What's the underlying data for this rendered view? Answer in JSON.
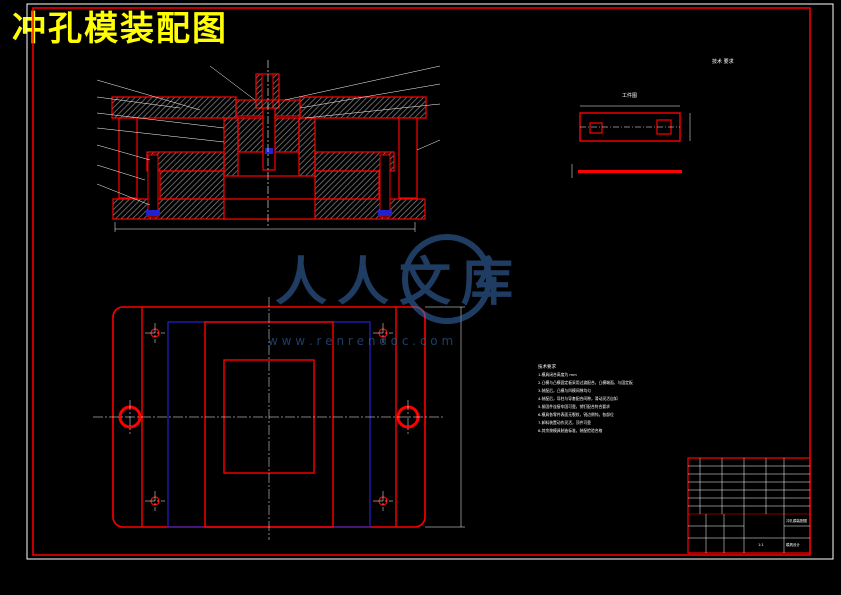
{
  "title": "冲孔模装配图",
  "top_right_note": "技术 要求",
  "part_label": "工件图",
  "watermark": {
    "brand": "人人文库",
    "url": "w w w . r e n r e n d o c . c o m"
  },
  "tech_notes": {
    "heading": "技术要求",
    "lines": [
      "1.模具闭合高度为 mm",
      "2.凸模与凸模固定板采用过渡配合，凸模端面，与固定板",
      "3.装配后，凸模与凹模间隙均匀",
      "4.装配后，导柱与导套配合间隙，滑动灵活自如",
      "5.紧固件连接牢固可靠，销钉配合符合要求",
      "6.模具各零件表面无裂纹，锐边倒钝，各部位",
      "7.卸料装置动作灵活，顶件可靠",
      "8.其余按模具制造标准，装配检验合格"
    ]
  },
  "title_block": {
    "drawing_name": "冲孔模装配图",
    "school": "模具设计",
    "scale": "1:1"
  },
  "colors": {
    "frame": "#ff0000",
    "part": "#ff0000",
    "hatch": "#8a8a8a",
    "centerline": "#ffffff",
    "guide": "#0000cc",
    "title": "#ffff00"
  }
}
